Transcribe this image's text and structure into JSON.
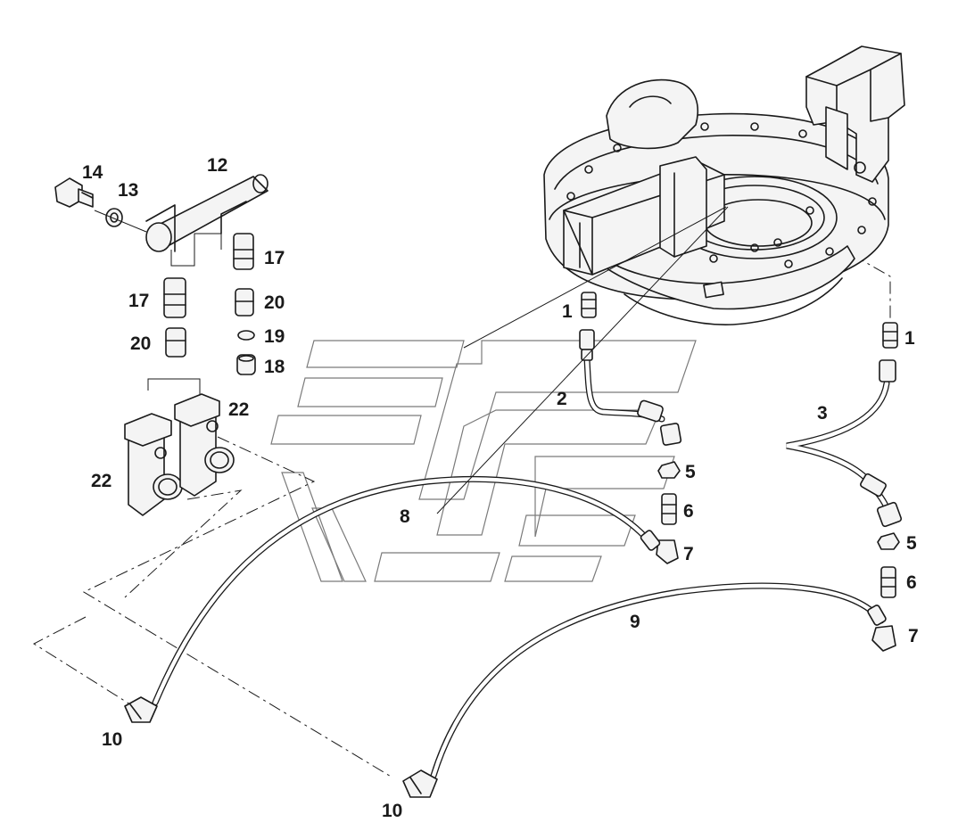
{
  "callouts": {
    "c1a": "1",
    "c1b": "1",
    "c2": "2",
    "c3": "3",
    "c5a": "5",
    "c5b": "5",
    "c6a": "6",
    "c6b": "6",
    "c7a": "7",
    "c7b": "7",
    "c8": "8",
    "c9": "9",
    "c10a": "10",
    "c10b": "10",
    "c12": "12",
    "c13": "13",
    "c14": "14",
    "c17a": "17",
    "c17b": "17",
    "c18": "18",
    "c19": "19",
    "c20a": "20",
    "c20b": "20",
    "c22a": "22",
    "c22b": "22"
  }
}
